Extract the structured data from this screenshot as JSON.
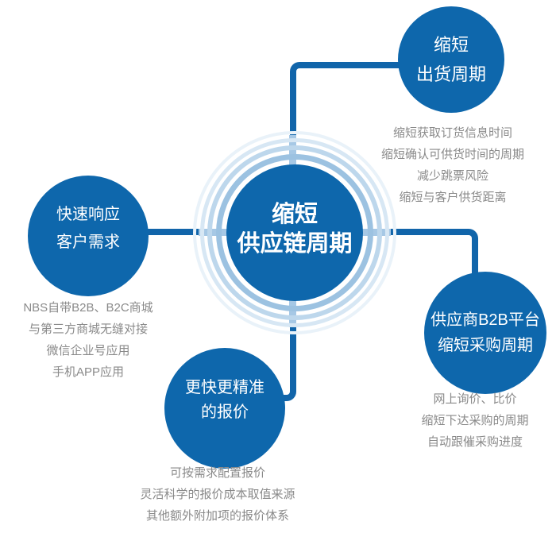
{
  "colors": {
    "node_blue": "#0e67ac",
    "connector_blue": "#1165aa",
    "ring_inner": "#9cc2e1",
    "ring_mid": "#bdd7ec",
    "ring_outer": "#d7e7f4",
    "cross_band": "#a6c8e5",
    "desc_gray": "#8a8a8a",
    "title_white": "#ffffff"
  },
  "center": {
    "line1": "缩短",
    "line2": "供应链周期"
  },
  "nodes": [
    {
      "id": "shipping-cycle",
      "title_line1": "缩短",
      "title_line2": "出货周期",
      "desc_lines": [
        "缩短获取订货信息时间",
        "缩短确认可供货时间的周期",
        "减少跳票风险",
        "缩短与客户供货距离"
      ]
    },
    {
      "id": "fast-response",
      "title_line1": "快速响应",
      "title_line2": "客户需求",
      "desc_lines": [
        "NBS自带B2B、B2C商城",
        "与第三方商城无缝对接",
        "微信企业号应用",
        "手机APP应用"
      ]
    },
    {
      "id": "quotation",
      "title_line1": "更快更精准",
      "title_line2": "的报价",
      "desc_lines": [
        "可按需求配置报价",
        "灵活科学的报价成本取值来源",
        "其他额外附加项的报价体系"
      ]
    },
    {
      "id": "procurement",
      "title_line1": "供应商B2B平台",
      "title_line2": "缩短采购周期",
      "desc_lines": [
        "网上询价、比价",
        "缩短下达采购的周期",
        "自动跟催采购进度"
      ]
    }
  ]
}
